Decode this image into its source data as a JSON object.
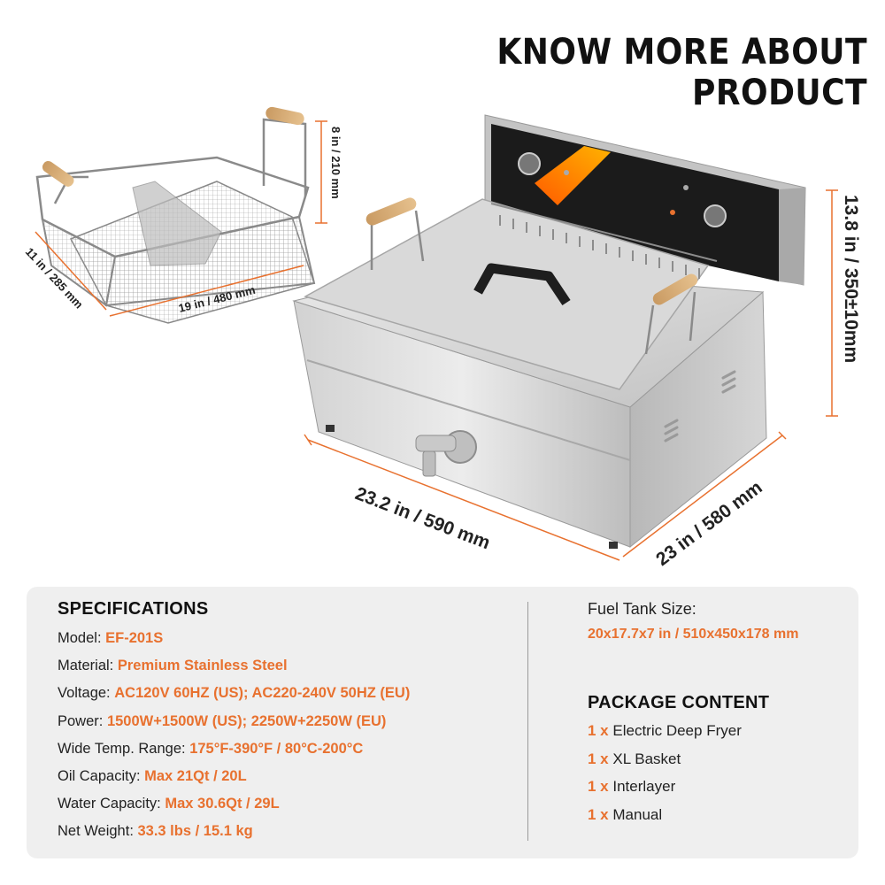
{
  "header": {
    "title": "KNOW MORE ABOUT PRODUCT"
  },
  "dimensions": {
    "basket_height": "8 in / 210 mm",
    "basket_depth": "11 in / 285 mm",
    "basket_width": "19 in / 480 mm",
    "fryer_width": "23.2 in / 590 mm",
    "fryer_depth": "23 in / 580 mm",
    "fryer_height": "13.8 in / 350±10mm"
  },
  "specifications": {
    "heading": "SPECIFICATIONS",
    "rows": [
      {
        "label": "Model: ",
        "value": "EF-201S"
      },
      {
        "label": "Material: ",
        "value": "Premium Stainless Steel"
      },
      {
        "label": "Voltage: ",
        "value": "AC120V 60HZ (US); AC220-240V 50HZ (EU)"
      },
      {
        "label": "Power: ",
        "value": "1500W+1500W (US); 2250W+2250W (EU)"
      },
      {
        "label": "Wide Temp. Range: ",
        "value": "175°F-390°F / 80°C-200°C"
      },
      {
        "label": "Oil Capacity: ",
        "value": "Max 21Qt / 20L"
      },
      {
        "label": "Water Capacity: ",
        "value": "Max 30.6Qt / 29L"
      },
      {
        "label": "Net Weight: ",
        "value": "33.3 lbs / 15.1 kg"
      }
    ]
  },
  "fuel_tank": {
    "label": "Fuel Tank Size:",
    "value": "20x17.7x7 in / 510x450x178 mm"
  },
  "package": {
    "heading": "PACKAGE CONTENT",
    "items": [
      {
        "qty": "1 x",
        "name": "Electric Deep Fryer"
      },
      {
        "qty": "1 x",
        "name": "XL Basket"
      },
      {
        "qty": "1 x",
        "name": "Interlayer"
      },
      {
        "qty": "1 x",
        "name": "Manual"
      }
    ]
  },
  "colors": {
    "accent": "#e8712f",
    "panel_bg": "#efefef",
    "steel": "#c8c8c8"
  }
}
